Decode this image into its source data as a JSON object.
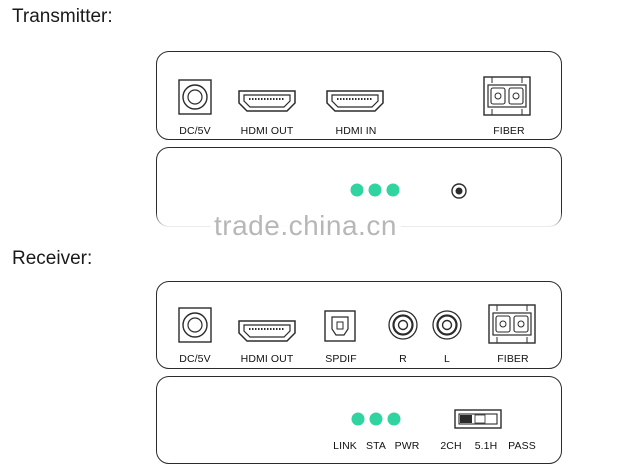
{
  "transmitter": {
    "heading": "Transmitter:",
    "ports": {
      "dc": "DC/5V",
      "hdmi_out": "HDMI OUT",
      "hdmi_in": "HDMI IN",
      "fiber": "FIBER"
    }
  },
  "receiver": {
    "heading": "Receiver:",
    "ports": {
      "dc": "DC/5V",
      "hdmi_out": "HDMI OUT",
      "spdif": "SPDIF",
      "r": "R",
      "l": "L",
      "fiber": "FIBER"
    },
    "front": {
      "link": "LINK",
      "sta": "STA",
      "pwr": "PWR",
      "ch2": "2CH",
      "ch51": "5.1H",
      "pass": "PASS"
    }
  },
  "watermark": "trade.china.cn",
  "colors": {
    "led": "#2fd4a0",
    "outline": "#2b2b2b"
  }
}
